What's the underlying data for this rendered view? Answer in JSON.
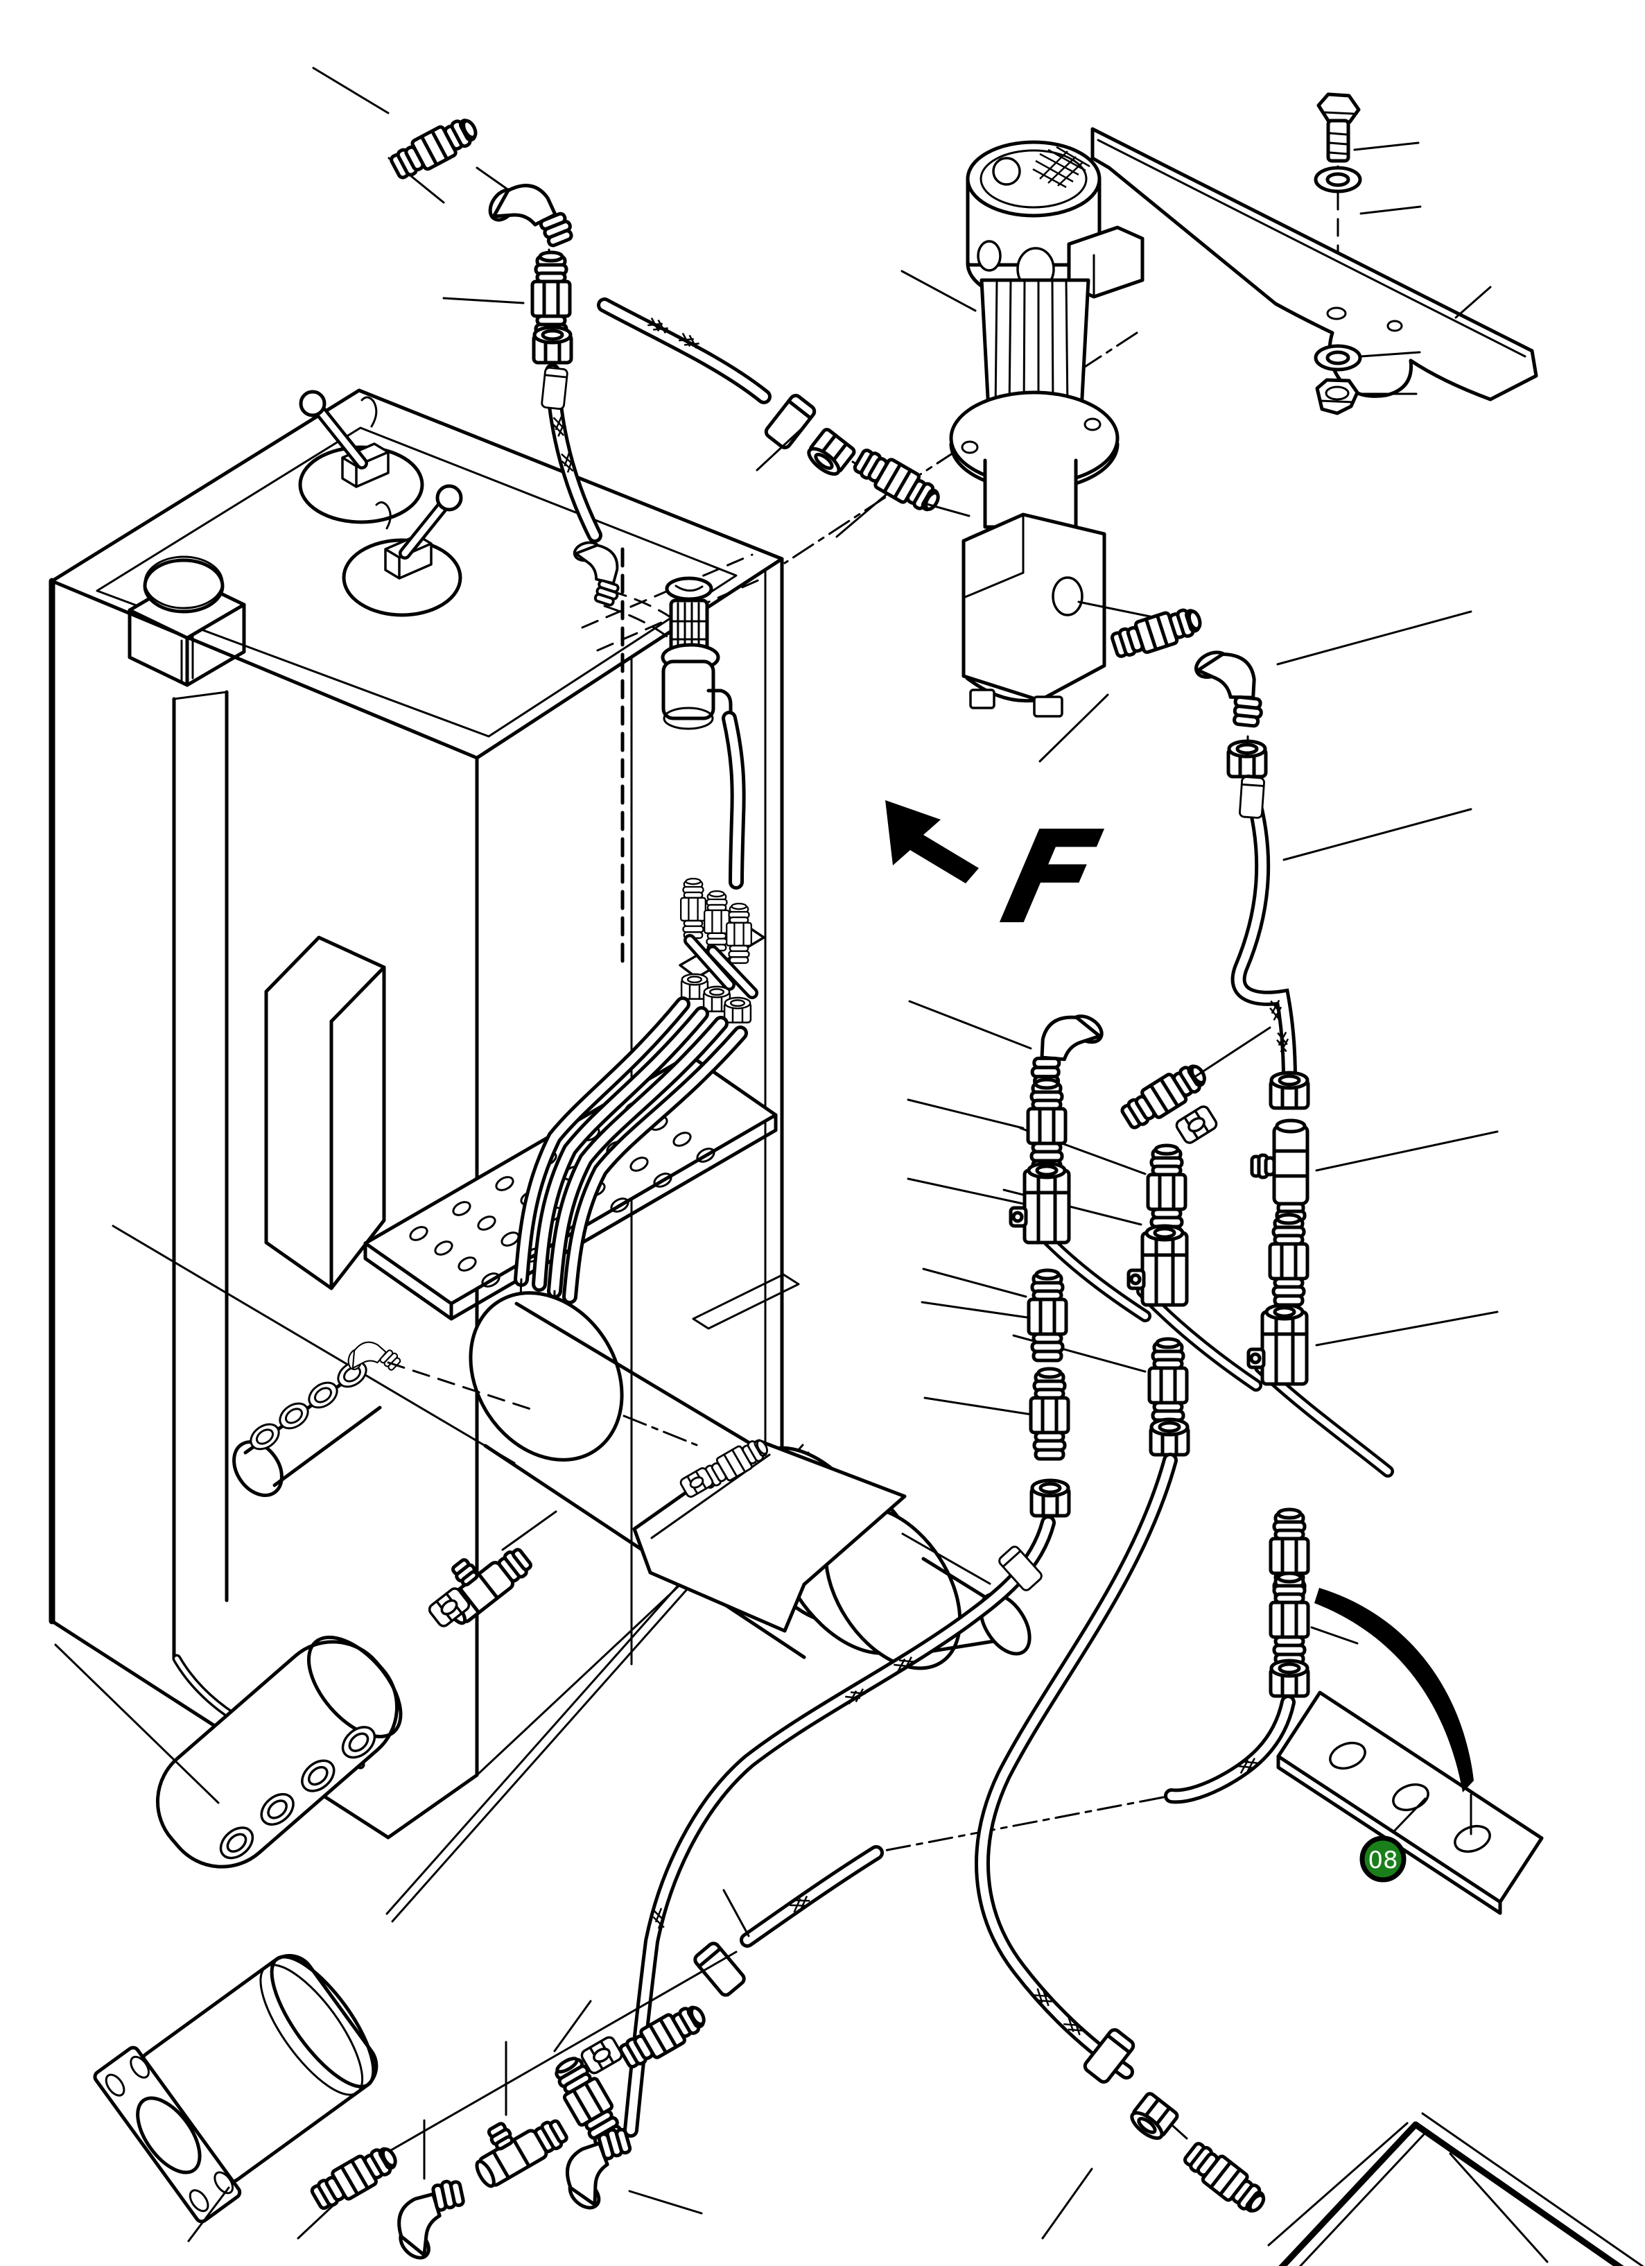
{
  "figure": {
    "type": "exploded-parts-diagram",
    "view_label": "F",
    "callout_badge": {
      "text": "08"
    },
    "colors": {
      "background": "#ffffff",
      "line": "#000000",
      "badge_fill": "#1a7f1a",
      "badge_stroke": "#000000",
      "badge_text": "#ffffff"
    },
    "parts": [
      "hex-bolt",
      "flat-washer-upper",
      "mounting-bracket-plate",
      "flat-washer-lower",
      "hex-nut",
      "motor-pump-unit",
      "suction-hose",
      "hose-nipple-fitting",
      "elbow-fitting",
      "hose-connector",
      "hose-coupling-nut",
      "hydraulic-tank",
      "breather-valve-front",
      "breather-valve-rear",
      "filler-cap-block",
      "suction-strainer",
      "internal-valve-manifold",
      "perforated-baffle-plate",
      "main-cylinder-pipe",
      "port-manifold",
      "tee-fitting",
      "filter-housing-flange",
      "ball-valve-left",
      "ball-valve-middle",
      "ball-valve-right",
      "mounting-bar-three-holes",
      "access-panel-corner",
      "pressure-hose-left",
      "pressure-hose-middle",
      "pressure-hose-right"
    ]
  }
}
